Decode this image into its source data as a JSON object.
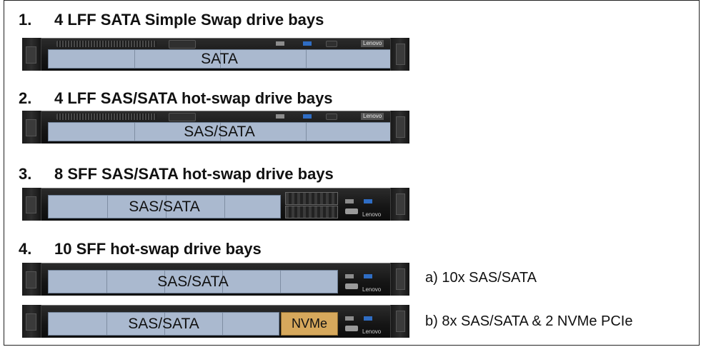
{
  "items": [
    {
      "num": "1.",
      "title": "4 LFF SATA Simple Swap drive bays",
      "bay_label": "SATA"
    },
    {
      "num": "2.",
      "title": "4 LFF SAS/SATA hot-swap drive bays",
      "bay_label": "SAS/SATA"
    },
    {
      "num": "3.",
      "title": "8 SFF SAS/SATA hot-swap drive bays",
      "bay_label": "SAS/SATA"
    },
    {
      "num": "4.",
      "title": "10 SFF hot-swap drive bays",
      "bay_label": "SAS/SATA"
    }
  ],
  "variants": [
    {
      "bay_label": "SAS/SATA",
      "caption": "a) 10x SAS/SATA"
    },
    {
      "bay_label": "SAS/SATA",
      "nvme_label": "NVMe",
      "caption": "b) 8x SAS/SATA & 2 NVMe PCIe"
    }
  ],
  "brand": "Lenovo",
  "colors": {
    "bay_fill": "#aab9cf",
    "nvme_fill": "#d6a85c",
    "usb": "#2f6dc4"
  }
}
